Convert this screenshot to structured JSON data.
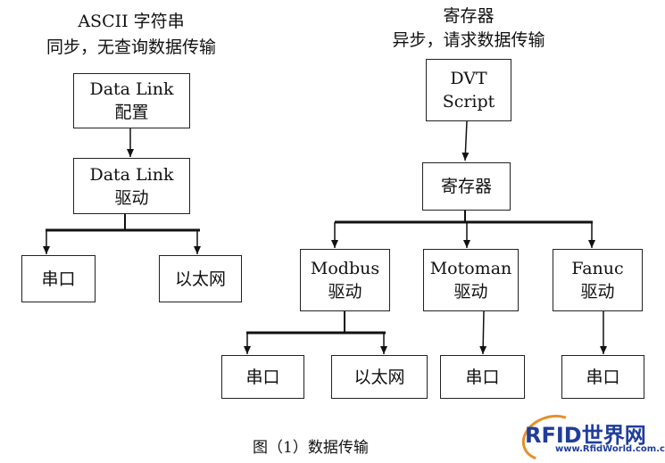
{
  "left": {
    "header": [
      "ASCII 字符串",
      "同步，无查询数据传输"
    ],
    "config_box": [
      "Data  Link",
      "配置"
    ],
    "driver_box": [
      "Data  Link",
      "驱动"
    ],
    "serial": "串口",
    "ethernet": "以太网"
  },
  "right": {
    "header": [
      "寄存器",
      "异步，请求数据传输"
    ],
    "script_box": [
      "DVT",
      "Script"
    ],
    "register_box": "寄存器",
    "modbus_box": [
      "Modbus",
      "驱动"
    ],
    "motoman_box": [
      "Motoman",
      "驱动"
    ],
    "fanuc_box": [
      "Fanuc",
      "驱动"
    ],
    "modbus_serial": "串口",
    "modbus_ethernet": "以太网",
    "motoman_serial": "串口",
    "fanuc_serial": "串口"
  },
  "caption": "图（1）数据传输",
  "watermark": {
    "brand": "RFID世界网",
    "url": "www.RfidWorld.com.cn"
  }
}
